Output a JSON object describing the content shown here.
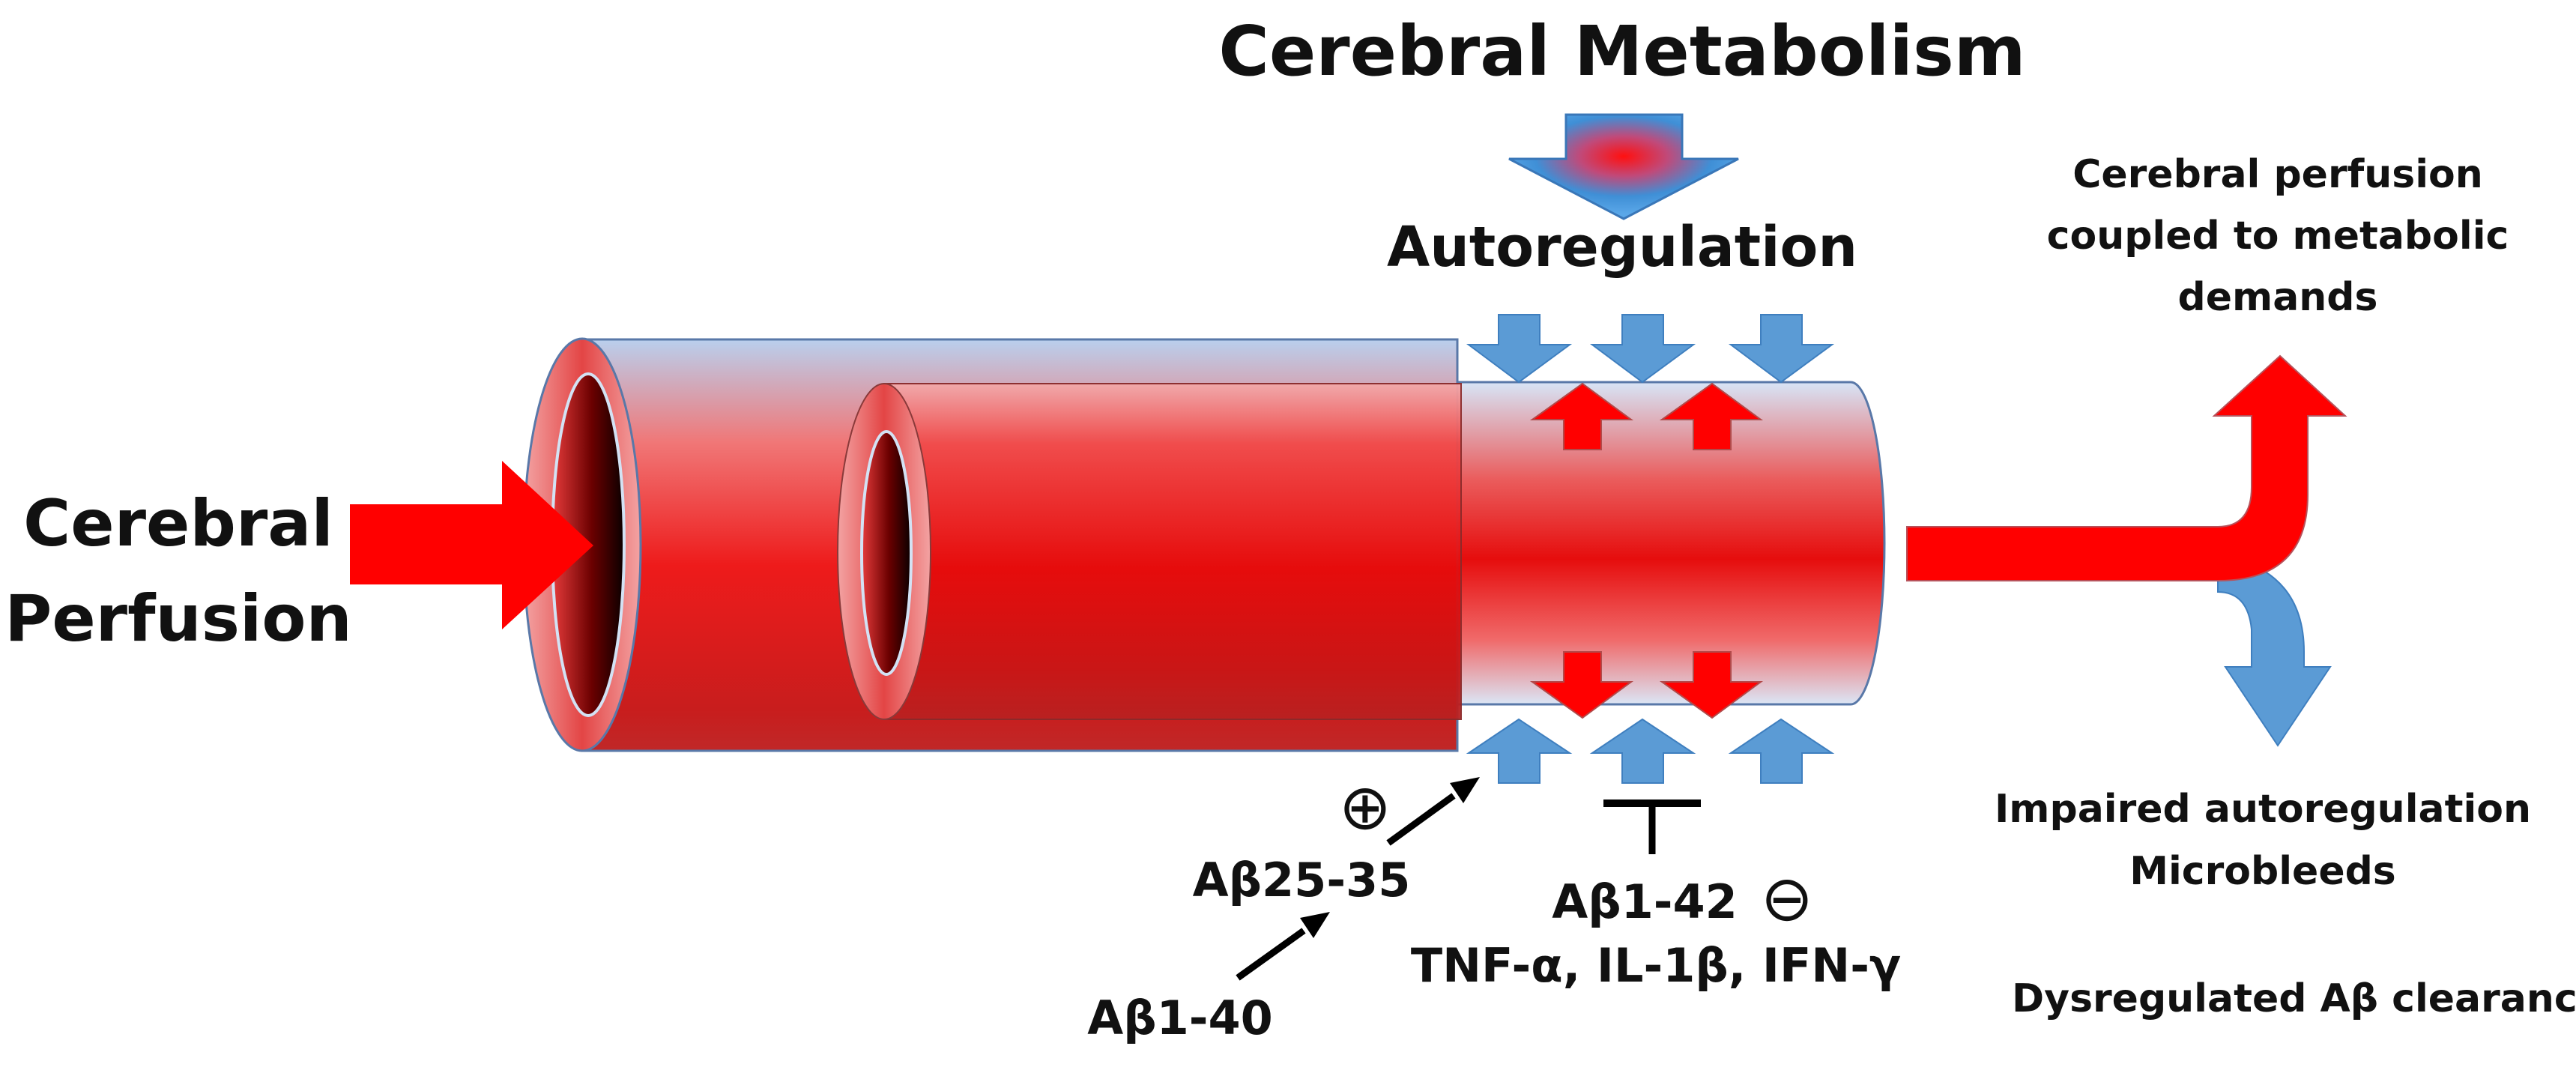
{
  "title": "Cerebral Metabolism",
  "autoregulation_label": "Autoregulation",
  "input_label": {
    "line1": "Cerebral",
    "line2": "Perfusion"
  },
  "outcome_coupled": {
    "line1": "Cerebral perfusion",
    "line2": "coupled to metabolic",
    "line3": "demands"
  },
  "outcome_impaired": {
    "line1": "Impaired autoregulation",
    "line2": "Microbleeds",
    "line3": "Dysregulated Aβ clearance"
  },
  "modulators": {
    "ab25_35": "Aβ25-35",
    "ab1_40": "Aβ1-40",
    "ab1_42": "Aβ1-42",
    "cytokines": "TNF-α, IL-1β, IFN-γ",
    "plus_symbol": "⊕",
    "minus_symbol": "⊖"
  },
  "colors": {
    "vessel_red": "#e8100f",
    "vessel_glass": "#c9dcf4",
    "arrow_blue": "#5b9bd5",
    "arrow_red": "#ff0000",
    "outline": "#4a6fa5"
  }
}
